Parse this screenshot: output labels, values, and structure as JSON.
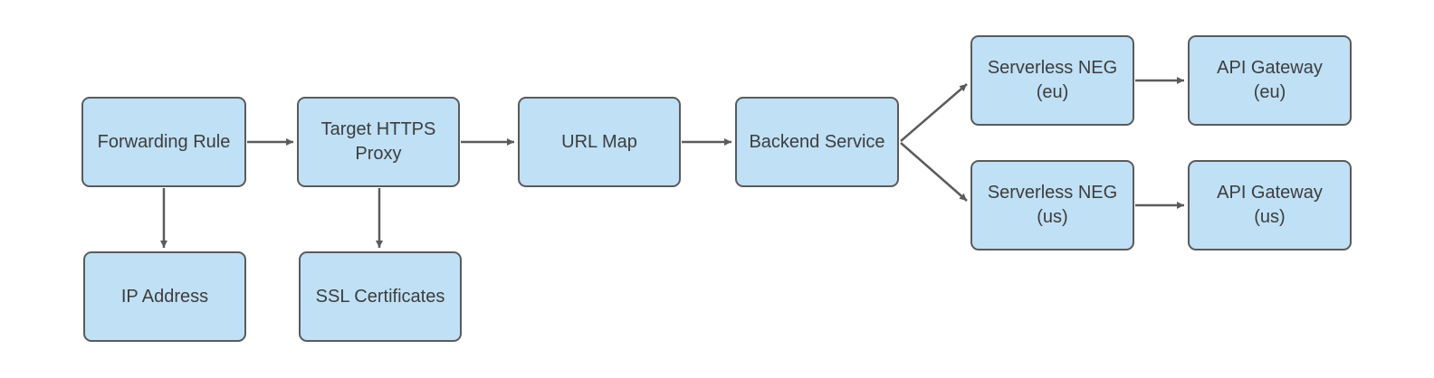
{
  "colors": {
    "background": "#ffffff",
    "node_fill": "#bfe0f5",
    "node_border": "#5b5b5b",
    "arrow": "#5b5b5b",
    "text": "#3d3d3d"
  },
  "nodes": {
    "forwarding_rule": {
      "label": "Forwarding Rule"
    },
    "target_https_proxy": {
      "label": "Target HTTPS\nProxy"
    },
    "url_map": {
      "label": "URL Map"
    },
    "backend_service": {
      "label": "Backend Service"
    },
    "serverless_neg_eu": {
      "label": "Serverless NEG\n(eu)"
    },
    "api_gateway_eu": {
      "label": "API Gateway\n(eu)"
    },
    "serverless_neg_us": {
      "label": "Serverless NEG\n(us)"
    },
    "api_gateway_us": {
      "label": "API Gateway\n(us)"
    },
    "ip_address": {
      "label": "IP Address"
    },
    "ssl_certificates": {
      "label": "SSL Certificates"
    }
  },
  "edges": [
    {
      "from": "forwarding_rule",
      "to": "target_https_proxy"
    },
    {
      "from": "target_https_proxy",
      "to": "url_map"
    },
    {
      "from": "url_map",
      "to": "backend_service"
    },
    {
      "from": "backend_service",
      "to": "serverless_neg_eu"
    },
    {
      "from": "backend_service",
      "to": "serverless_neg_us"
    },
    {
      "from": "serverless_neg_eu",
      "to": "api_gateway_eu"
    },
    {
      "from": "serverless_neg_us",
      "to": "api_gateway_us"
    },
    {
      "from": "forwarding_rule",
      "to": "ip_address"
    },
    {
      "from": "target_https_proxy",
      "to": "ssl_certificates"
    }
  ]
}
